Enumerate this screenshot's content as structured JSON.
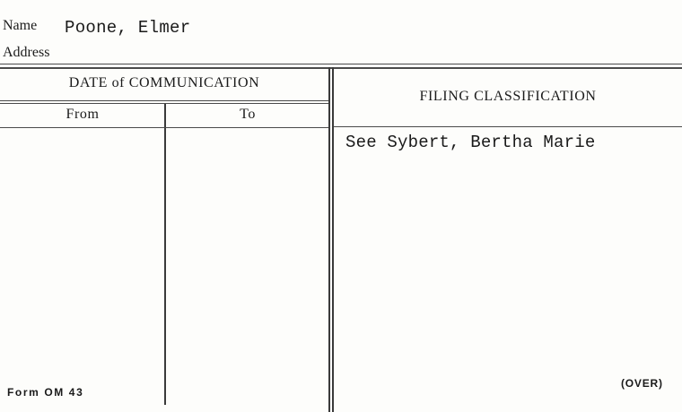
{
  "card": {
    "name_label": "Name",
    "name_value": "Poone, Elmer",
    "address_label": "Address",
    "date_header": "DATE of COMMUNICATION",
    "from_header": "From",
    "to_header": "To",
    "filing_header": "FILING CLASSIFICATION",
    "filing_entry": "See Sybert, Bertha Marie",
    "form_id": "Form OM 43",
    "over_label": "(OVER)"
  }
}
